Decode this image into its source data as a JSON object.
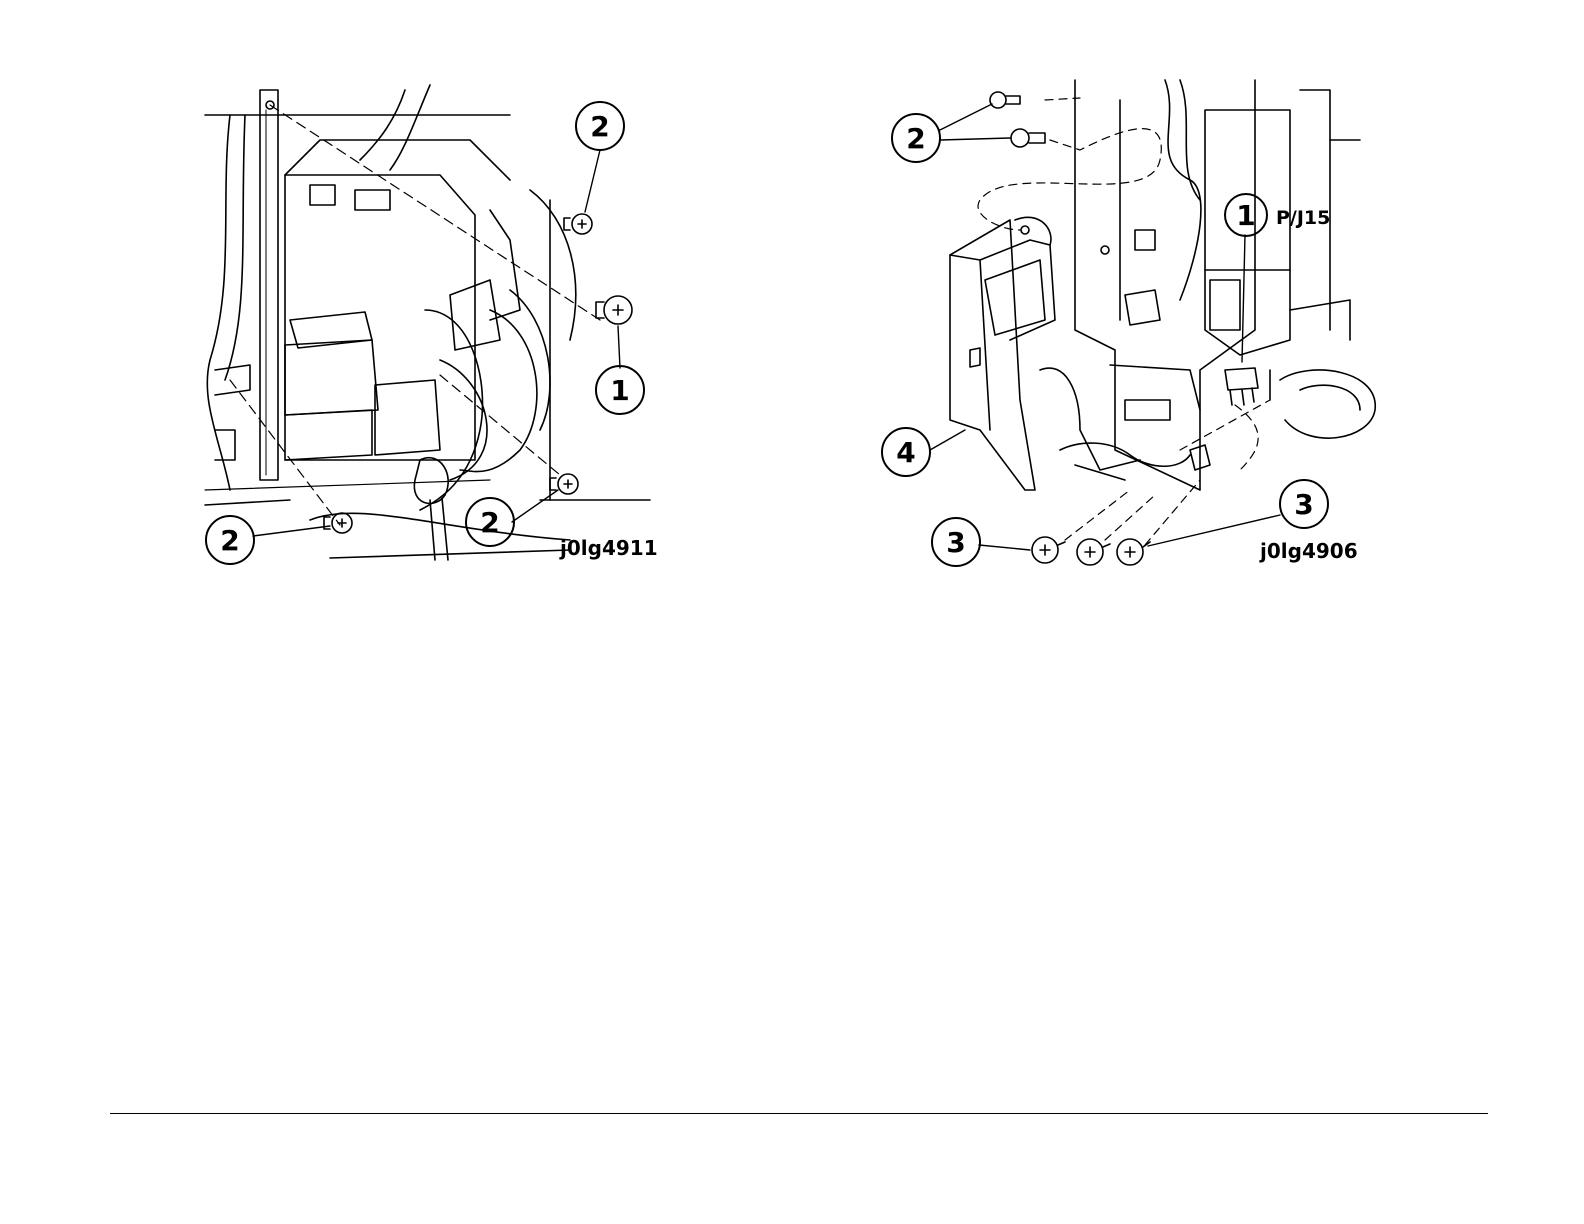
{
  "figures": {
    "left": {
      "code": "j0lg4911",
      "callouts": [
        "2",
        "1",
        "2",
        "2"
      ]
    },
    "right": {
      "code": "j0lg4906",
      "connector": "P/J15",
      "callouts": [
        "2",
        "1",
        "4",
        "3",
        "3"
      ]
    }
  }
}
